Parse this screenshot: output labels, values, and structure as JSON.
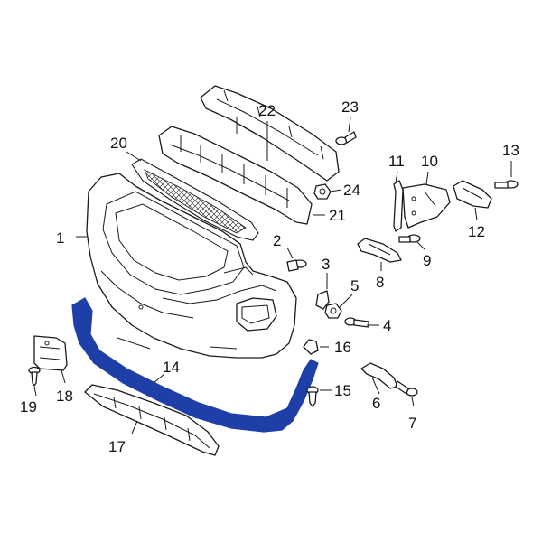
{
  "diagram": {
    "highlight_color": "#1f3fa8",
    "line_color": "#1a1a1a",
    "background": "#ffffff",
    "callouts": {
      "c1": "1",
      "c2": "2",
      "c3": "3",
      "c4": "4",
      "c5": "5",
      "c6": "6",
      "c7": "7",
      "c8": "8",
      "c9": "9",
      "c10": "10",
      "c11": "11",
      "c12": "12",
      "c13": "13",
      "c14": "14",
      "c15": "15",
      "c16": "16",
      "c17": "17",
      "c18": "18",
      "c19": "19",
      "c20": "20",
      "c21": "21",
      "c22": "22",
      "c23": "23",
      "c24": "24"
    }
  }
}
